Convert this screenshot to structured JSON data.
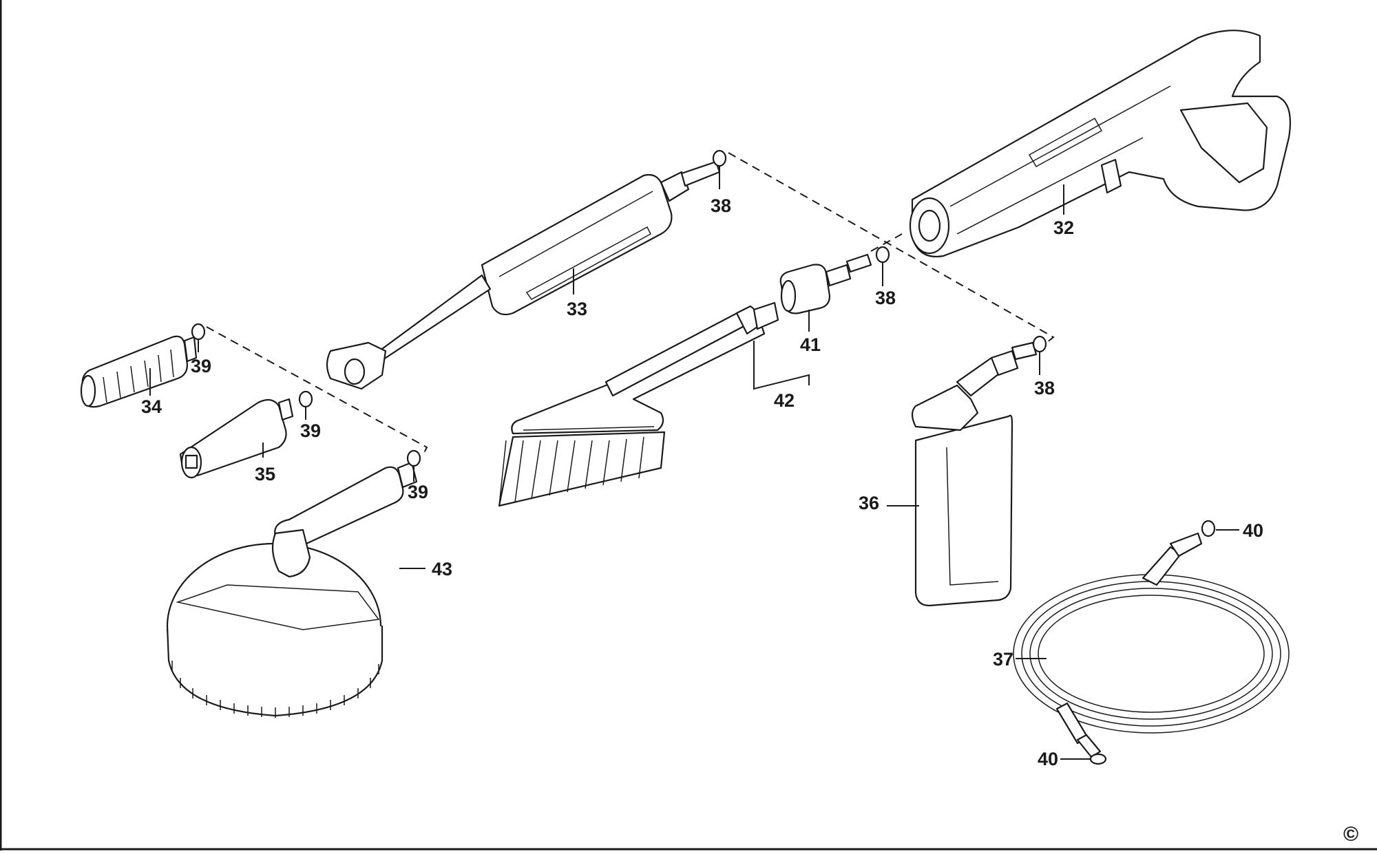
{
  "parts": [
    {
      "number": "32"
    },
    {
      "number": "33"
    },
    {
      "number": "34"
    },
    {
      "number": "35"
    },
    {
      "number": "36"
    },
    {
      "number": "37"
    },
    {
      "number": "38"
    },
    {
      "number": "38"
    },
    {
      "number": "38"
    },
    {
      "number": "39"
    },
    {
      "number": "39"
    },
    {
      "number": "39"
    },
    {
      "number": "40"
    },
    {
      "number": "40"
    },
    {
      "number": "41"
    },
    {
      "number": "42"
    },
    {
      "number": "43"
    }
  ],
  "copyright_symbol": "©"
}
